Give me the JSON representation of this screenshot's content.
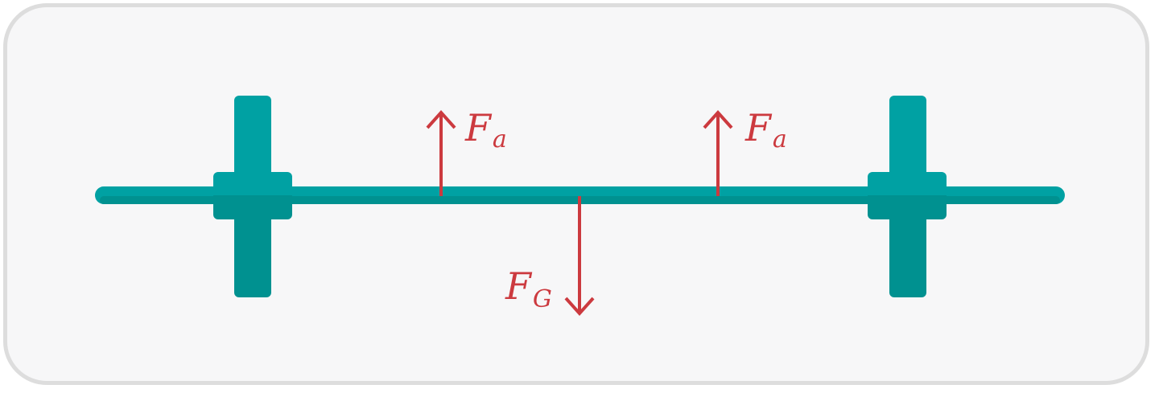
{
  "colors": {
    "background": "#f7f7f8",
    "border": "#dddddd",
    "bar_light": "#00a1a3",
    "bar_dark": "#009190",
    "force": "#cc3a3f"
  },
  "forces": {
    "left_lift": {
      "symbol": "F",
      "subscript": "a",
      "direction": "up"
    },
    "right_lift": {
      "symbol": "F",
      "subscript": "a",
      "direction": "up"
    },
    "gravity": {
      "symbol": "F",
      "subscript": "G",
      "direction": "down"
    }
  }
}
